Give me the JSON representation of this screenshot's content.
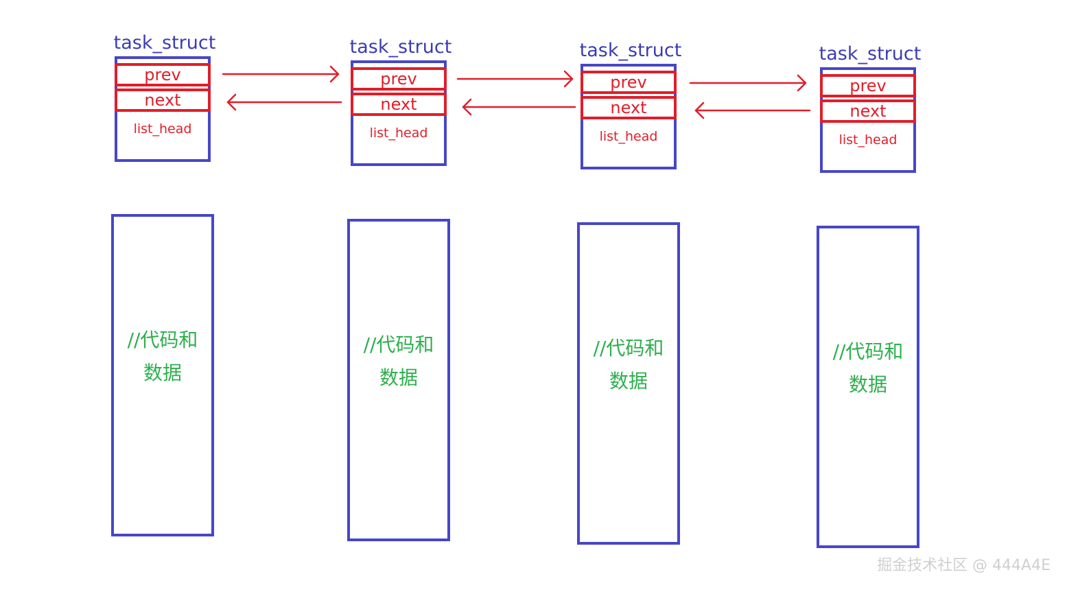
{
  "nodes": [
    {
      "title": "task_struct",
      "prev": "prev",
      "next": "next",
      "list_head": "list_head",
      "data_line1": "//代码和",
      "data_line2": "数据"
    },
    {
      "title": "task_struct",
      "prev": "prev",
      "next": "next",
      "list_head": "list_head",
      "data_line1": "//代码和",
      "data_line2": "数据"
    },
    {
      "title": "task_struct",
      "prev": "prev",
      "next": "next",
      "list_head": "list_head",
      "data_line1": "//代码和",
      "data_line2": "数据"
    },
    {
      "title": "task_struct",
      "prev": "prev",
      "next": "next",
      "list_head": "list_head",
      "data_line1": "//代码和",
      "data_line2": "数据"
    }
  ],
  "watermark": "掘金技术社区 @ 444A4E",
  "colors": {
    "box_border": "#4646c8",
    "title_text": "#3c3cb4",
    "pointer": "#e01e2a",
    "data_text": "#2eaf4e"
  }
}
